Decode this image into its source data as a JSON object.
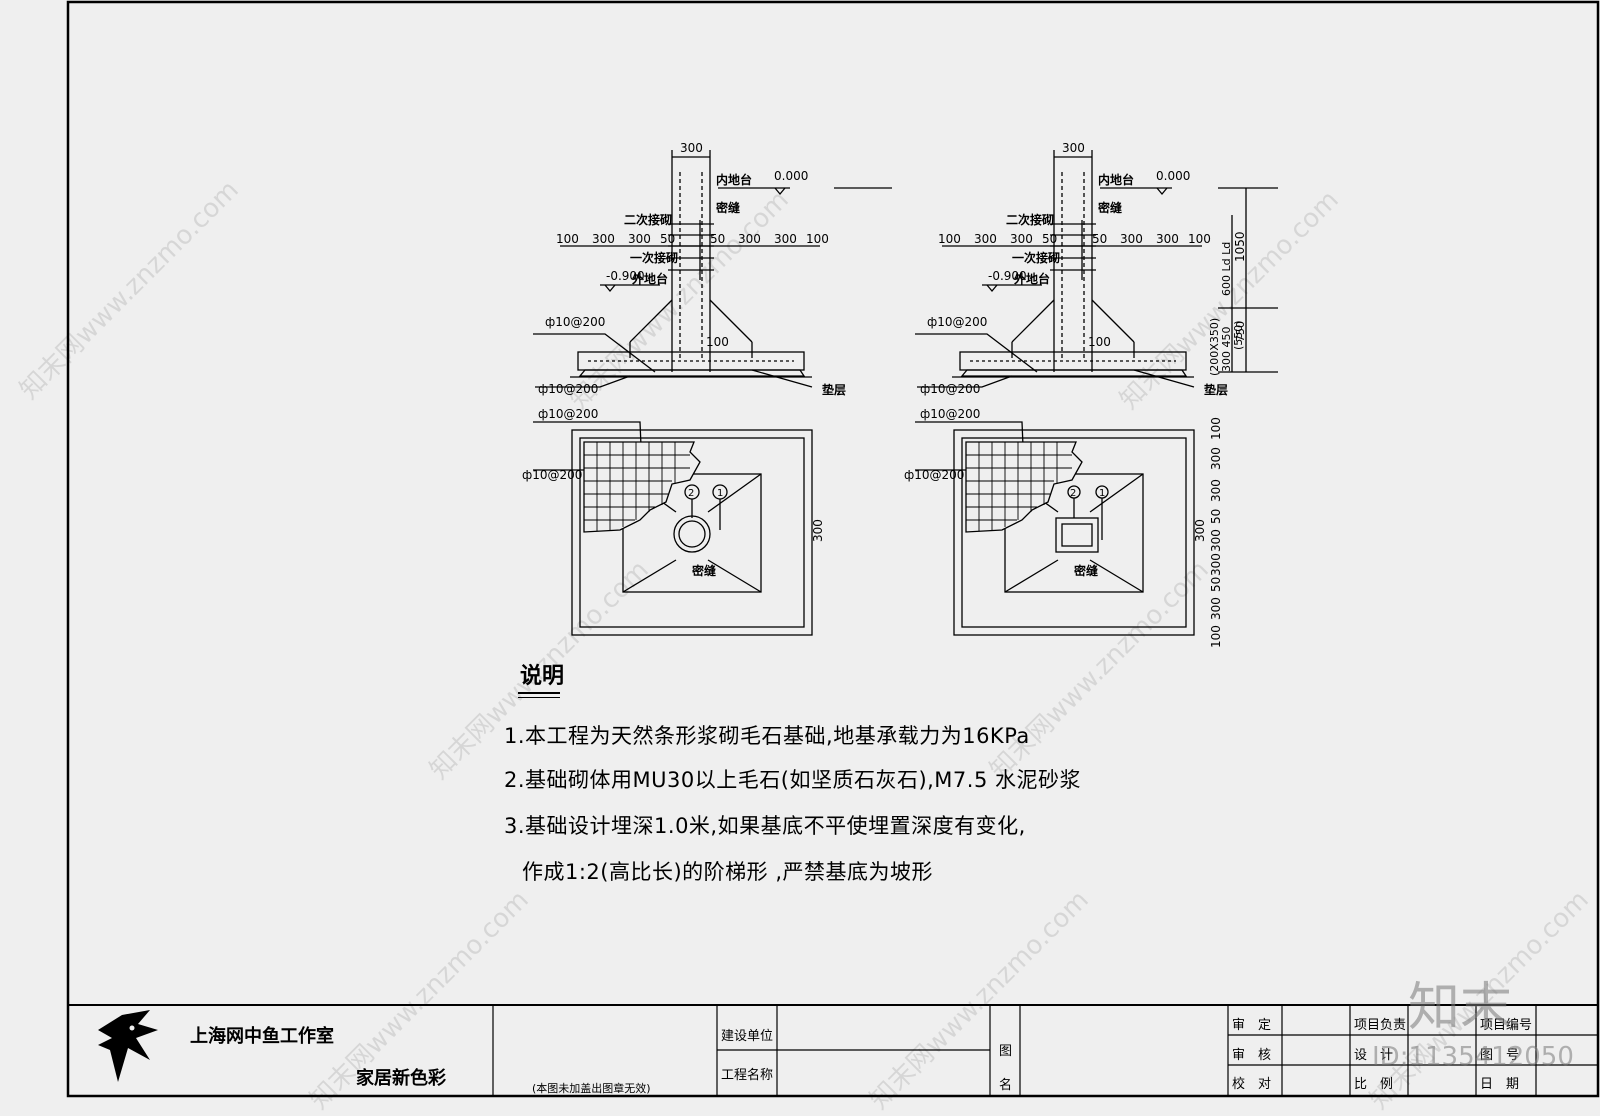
{
  "left_detail": {
    "dims_top": "300",
    "inner_floor": "内地台",
    "elev_top": "0.000",
    "seal": "密缝",
    "second_joint": "二次接砌",
    "first_joint": "一次接砌",
    "outer_floor": "外地台",
    "elev_bottom": "-0.900",
    "dim_row": [
      "100",
      "300",
      "300",
      "50",
      "50",
      "300",
      "300",
      "100"
    ],
    "rebar_a": "ф10@200",
    "rebar_b": "ф10@200",
    "rebar_c": "ф10@200",
    "rebar_d": "ф10@200",
    "cushion": "垫层",
    "dim_100": "100",
    "plan_seal": "密缝",
    "plan_side_dim": "300",
    "marker_1": "1",
    "marker_2": "2"
  },
  "right_detail": {
    "dims_top": "300",
    "inner_floor": "内地台",
    "elev_top": "0.000",
    "seal": "密缝",
    "second_joint": "二次接砌",
    "first_joint": "一次接砌",
    "outer_floor": "外地台",
    "elev_bottom": "-0.900",
    "dim_row": [
      "100",
      "300",
      "300",
      "50",
      "50",
      "300",
      "300",
      "100"
    ],
    "rebar_a": "ф10@200",
    "rebar_b": "ф10@200",
    "rebar_c": "ф10@200",
    "rebar_d": "ф10@200",
    "cushion": "垫层",
    "dim_100": "100",
    "plan_seal": "密缝",
    "plan_side_dim": "300",
    "marker_1": "1",
    "marker_2": "2",
    "vert_dims": [
      "1050",
      "600 Ld Ld",
      "(200X350)",
      "300 450",
      "(550)",
      "750"
    ],
    "plan_vert_dims": [
      "100",
      "300",
      "300",
      "50",
      "300",
      "300",
      "50",
      "300",
      "100"
    ]
  },
  "notes": {
    "title": "说明",
    "line1": "1.本工程为天然条形浆砌毛石基础,地基承载力为16KPa",
    "line2": "2.基础砌体用MU30以上毛石(如坚质石灰石),M7.5 水泥砂浆",
    "line3": "3.基础设计埋深1.0米,如果基底不平使埋置深度有变化,",
    "line4": "作成1:2(高比长)的阶梯形 ,严禁基底为坡形"
  },
  "title_block": {
    "studio": "上海网中鱼工作室",
    "project_brand": "家居新色彩",
    "stamp_note": "(本图未加盖出图章无效)",
    "client_label": "建设单位",
    "project_name_label": "工程名称",
    "drawing_name_label_1": "图",
    "drawing_name_label_2": "名",
    "approve": "审　定",
    "review": "审　核",
    "check": "校　对",
    "project_lead": "项目负责",
    "design": "设　计",
    "scale": "比　例",
    "project_no": "项目编号",
    "drawing_no": "图　号",
    "date": "日　期"
  },
  "watermarks": {
    "site": "知末网www.znzmo.com",
    "logo": "知末",
    "id": "ID:1135412050"
  }
}
